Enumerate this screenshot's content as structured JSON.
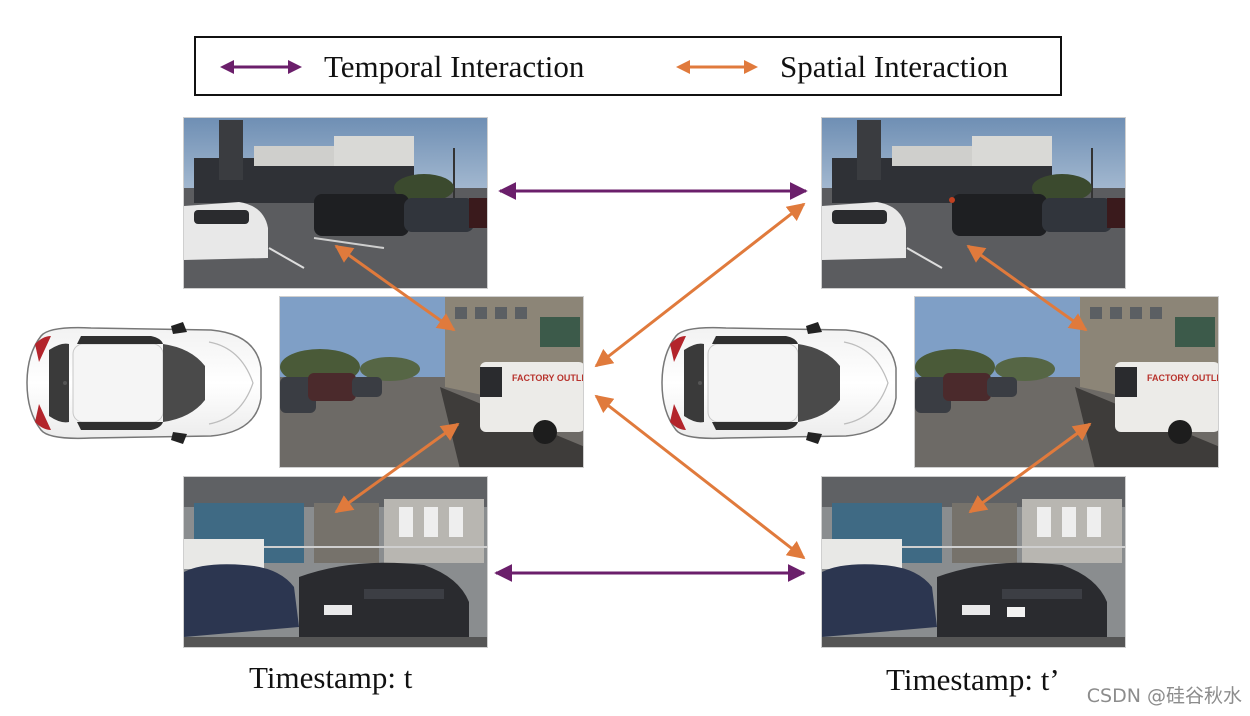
{
  "legend": {
    "temporal_label": "Temporal Interaction",
    "spatial_label": "Spatial Interaction"
  },
  "colors": {
    "temporal": "#6b1f6b",
    "spatial": "#e07a3c",
    "border": "#111111"
  },
  "timestamps": {
    "left": "Timestamp: t",
    "right": "Timestamp: t’"
  },
  "watermark": "CSDN @硅谷秋水",
  "van_sign": "FACTORY OUTLET"
}
